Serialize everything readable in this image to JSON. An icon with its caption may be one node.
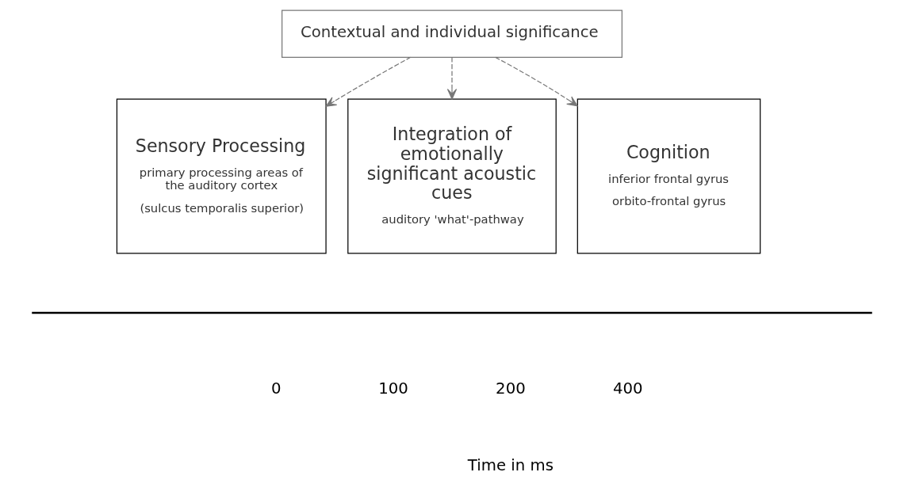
{
  "diagram": {
    "nodes": [
      {
        "text": [
          "Contextual and individual significance"
        ]
      },
      {
        "text": [
          "Sensory Processing",
          "primary processing areas of the auditory cortex",
          "(sulcus temporalis superior)"
        ]
      },
      {
        "text": [
          "Integration of emotionally significant acoustic cues",
          "auditory 'what'-pathway"
        ]
      },
      {
        "text": [
          "Cognition",
          "inferior frontal gyrus",
          "orbito-frontal gyrus"
        ]
      }
    ],
    "edges": [
      {
        "from": 0,
        "to": 1,
        "arrow": "to",
        "style": "dashed"
      },
      {
        "from": 0,
        "to": 2,
        "arrow": "to",
        "style": "dashed"
      },
      {
        "from": 0,
        "to": 3,
        "arrow": "to",
        "style": "dashed"
      }
    ],
    "labels": [
      "0",
      "100",
      "200",
      "400",
      "Time in ms"
    ]
  }
}
